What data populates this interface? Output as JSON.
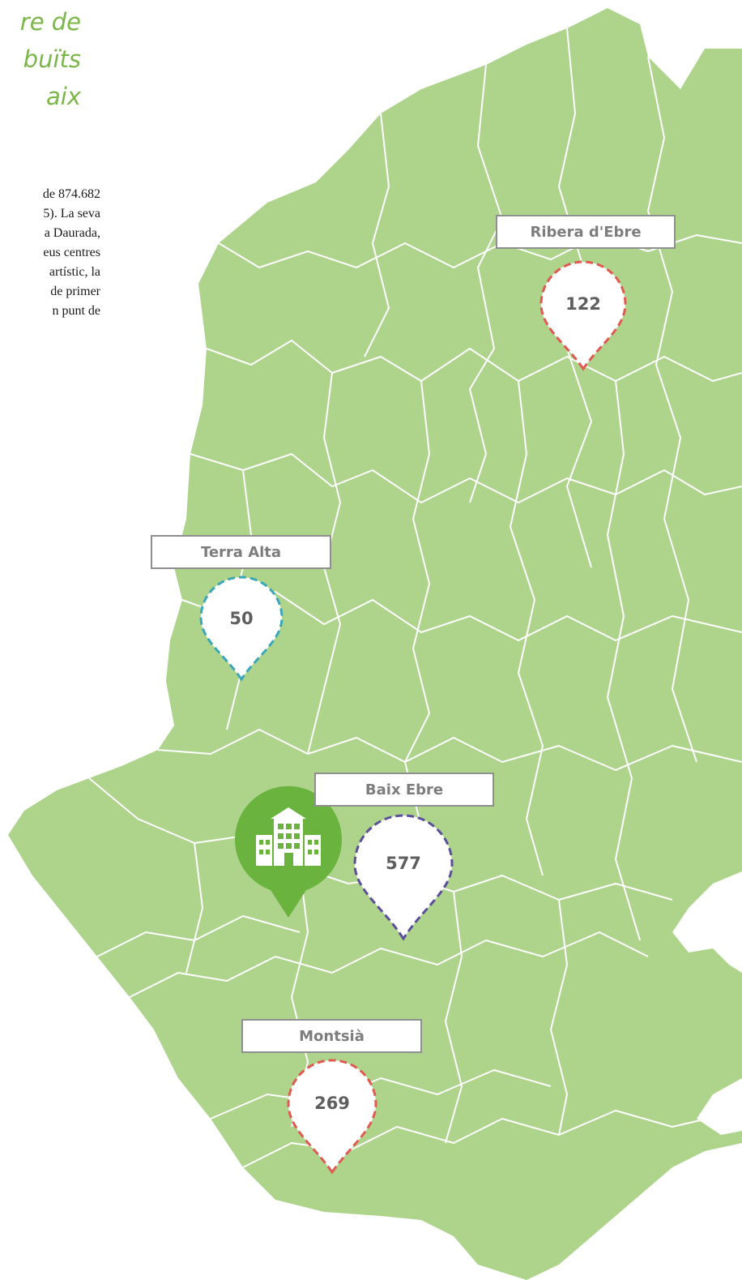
{
  "heading": {
    "lines": [
      "re de",
      "buïts",
      "aix"
    ],
    "color": "#7ab648"
  },
  "body_text": {
    "lines": [
      "de 874.682",
      "5). La seva",
      "a Daurada,",
      "eus centres",
      "artístic,  la",
      "de primer",
      "n  punt  de"
    ]
  },
  "map": {
    "land_color": "#aed48c",
    "border_color": "#ffffff",
    "regions": [
      {
        "name": "Ribera d'Ebre",
        "value": "122",
        "pin_color": "#e05a52"
      },
      {
        "name": "Terra Alta",
        "value": "50",
        "pin_color": "#3aa7b8"
      },
      {
        "name": "Baix Ebre",
        "value": "577",
        "pin_color": "#5b4f9a"
      },
      {
        "name": "Montsià",
        "value": "269",
        "pin_color": "#e05a52"
      }
    ],
    "marker": {
      "icon": "building-icon",
      "color": "#6bb33f"
    }
  }
}
